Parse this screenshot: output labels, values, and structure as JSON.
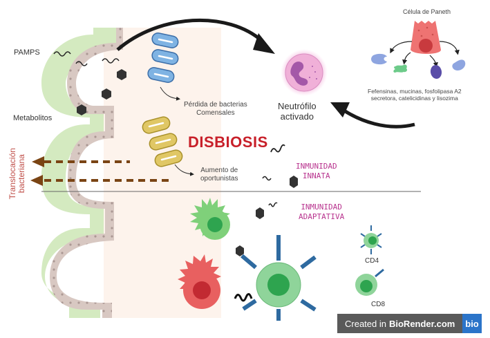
{
  "diagram": {
    "labels": {
      "pamps": "PAMPS",
      "metabolitos": "Metabolitos",
      "translocacion": [
        "Translocación",
        "bacteriana"
      ],
      "perdida": [
        "Pérdida de bacterias",
        "Comensales"
      ],
      "disbiosis": "DISBIOSIS",
      "aumento": [
        "Aumento de",
        "oportunistas"
      ],
      "neutrofilo": [
        "Neutrófilo",
        "activado"
      ],
      "paneth_title": "Célula de Paneth",
      "paneth_products": [
        "Fefensinas, mucinas, fosfolipasa A2",
        "secretora, catelicidinas y lisozima"
      ],
      "inmunidad_innata": [
        "INMUNIDAD",
        "INNATA"
      ],
      "inmunidad_adaptativa": [
        "INMUNIDAD",
        "ADAPTATIVA"
      ],
      "cd4": "CD4",
      "cd8": "CD8"
    },
    "colors": {
      "lumen": "#fdf3ec",
      "mucosa_green": "#d4eac0",
      "epithelium": "#d8c8c2",
      "commensal_bacteria": "#7fb3e3",
      "opportunist_bacteria": "#e0c765",
      "disbiosis_red": "#c8202a",
      "immunity_magenta": "#b8338e",
      "translocation_arrow": "#7a4414",
      "neutrophil": "#f2b6dc",
      "paneth_cell": "#ee7372"
    }
  },
  "watermark": {
    "prefix": "Created in",
    "brand": "BioRender.com",
    "logo": "bio"
  }
}
